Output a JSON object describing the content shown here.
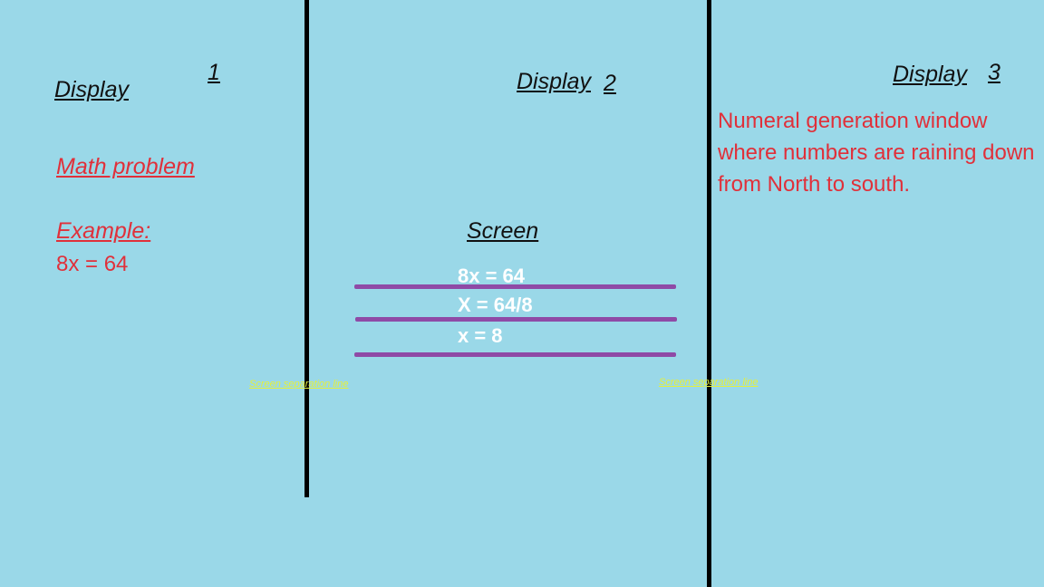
{
  "display1": {
    "title": "Display",
    "number": "1",
    "problem_label": "Math problem",
    "example_label": "Example:",
    "example_equation": "8x = 64"
  },
  "display2": {
    "title": "Display",
    "number": "2",
    "screen_label": "Screen",
    "steps": [
      "8x = 64",
      "X = 64/8",
      "x = 8"
    ]
  },
  "display3": {
    "title": "Display",
    "number": "3",
    "description": "Numeral generation window where numbers are raining down from North to south."
  },
  "separator_labels": [
    "Screen separation line",
    "Screen separation line"
  ],
  "colors": {
    "background": "#9ad8e8",
    "accent_red": "#e0303a",
    "rule_purple": "#8f4aa6",
    "label_yellow": "#e6f03a"
  }
}
